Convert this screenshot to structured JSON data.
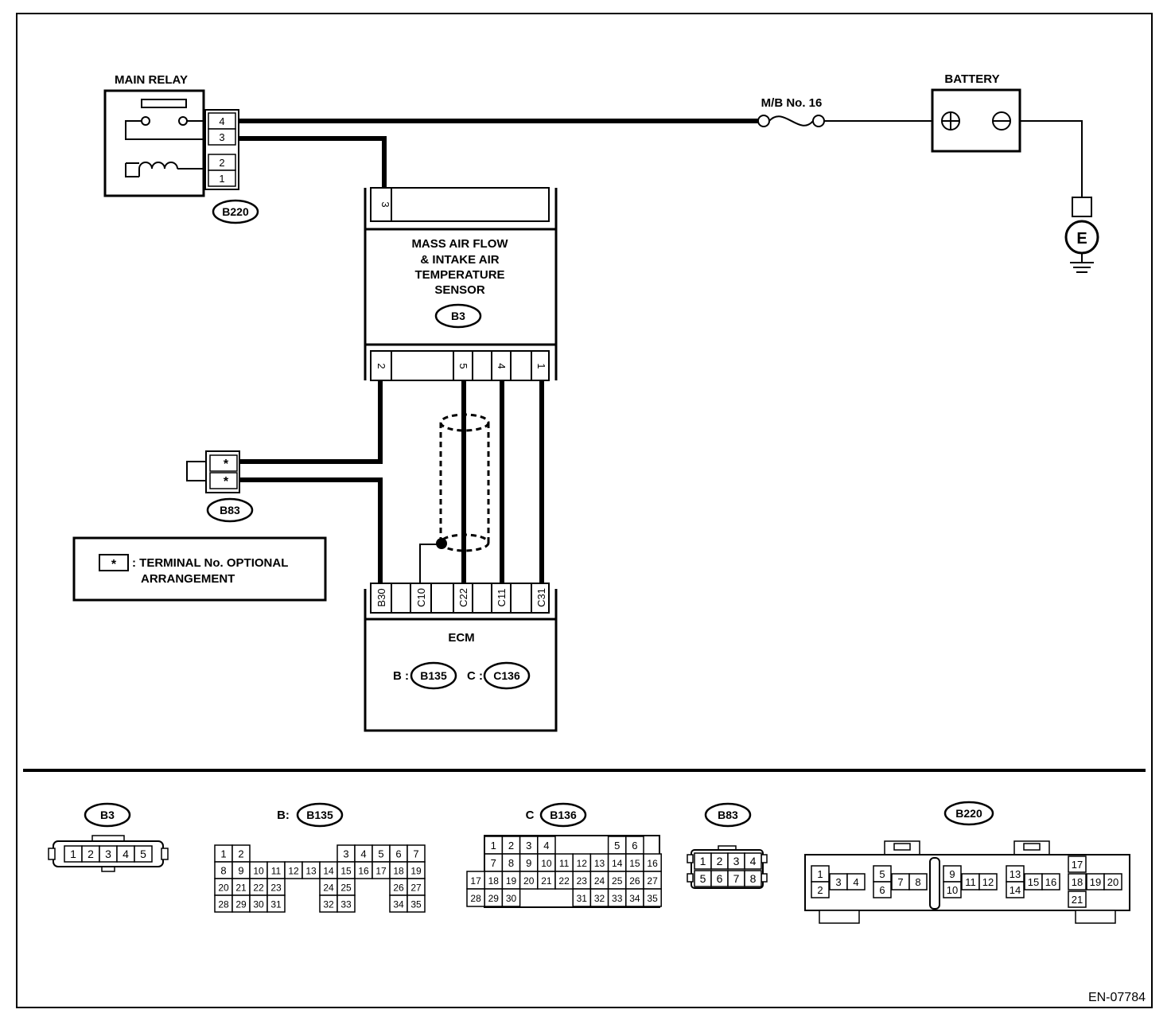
{
  "main_relay": {
    "title": "MAIN RELAY",
    "pins": [
      "4",
      "3",
      "2",
      "1"
    ],
    "connector": "B220"
  },
  "fuse": {
    "label": "M/B No. 16"
  },
  "battery": {
    "title": "BATTERY",
    "plus": "⊕",
    "minus": "⊖"
  },
  "ground": {
    "label": "E"
  },
  "maf": {
    "line1": "MASS AIR FLOW",
    "line2": "& INTAKE AIR",
    "line3": "TEMPERATURE",
    "line4": "SENSOR",
    "connector": "B3",
    "top_pin": "3",
    "bottom_pins": [
      "2",
      "5",
      "4",
      "1"
    ]
  },
  "b83": {
    "pins": [
      "*",
      "*"
    ],
    "connector": "B83"
  },
  "legend": {
    "symbol": "*",
    "line1": ": TERMINAL No. OPTIONAL",
    "line2": "ARRANGEMENT"
  },
  "ecm": {
    "title": "ECM",
    "pins": [
      "B30",
      "C10",
      "C22",
      "C11",
      "C31"
    ],
    "b_prefix": "B :",
    "b_connector": "B135",
    "c_prefix": "C :",
    "c_connector": "C136"
  },
  "connector_views": {
    "b3": {
      "label": "B3",
      "pins": [
        "1",
        "2",
        "3",
        "4",
        "5"
      ]
    },
    "b135": {
      "prefix": "B:",
      "label": "B135",
      "rows": [
        [
          "1",
          "2",
          "",
          "",
          "3",
          "4",
          "5",
          "6",
          "7"
        ],
        [
          "8",
          "9",
          "10",
          "11",
          "12",
          "13",
          "14",
          "15",
          "16",
          "17",
          "18",
          "19"
        ],
        [
          "20",
          "21",
          "22",
          "23",
          "",
          "",
          "24",
          "25",
          "",
          "",
          "26",
          "27"
        ],
        [
          "28",
          "29",
          "30",
          "31",
          "",
          "",
          "32",
          "33",
          "",
          "",
          "34",
          "35"
        ]
      ]
    },
    "b136": {
      "prefix": "C",
      "label": "B136",
      "rows": [
        [
          "",
          "1",
          "2",
          "3",
          "4",
          "",
          "5",
          "6"
        ],
        [
          "",
          "7",
          "8",
          "9",
          "10",
          "11",
          "12",
          "13",
          "14",
          "15",
          "16"
        ],
        [
          "17",
          "18",
          "19",
          "20",
          "21",
          "22",
          "23",
          "24",
          "25",
          "26",
          "27"
        ],
        [
          "28",
          "29",
          "30",
          "",
          "",
          "31",
          "32",
          "33",
          "34",
          "35"
        ]
      ]
    },
    "b83": {
      "label": "B83",
      "top": [
        "1",
        "2",
        "3",
        "4"
      ],
      "bottom": [
        "5",
        "6",
        "7",
        "8"
      ]
    },
    "b220": {
      "label": "B220",
      "pins": [
        "1",
        "2",
        "3",
        "4",
        "5",
        "6",
        "7",
        "8",
        "9",
        "10",
        "11",
        "12",
        "13",
        "14",
        "15",
        "16",
        "17",
        "18",
        "19",
        "20",
        "21"
      ]
    }
  },
  "footer": {
    "code": "EN-07784"
  }
}
